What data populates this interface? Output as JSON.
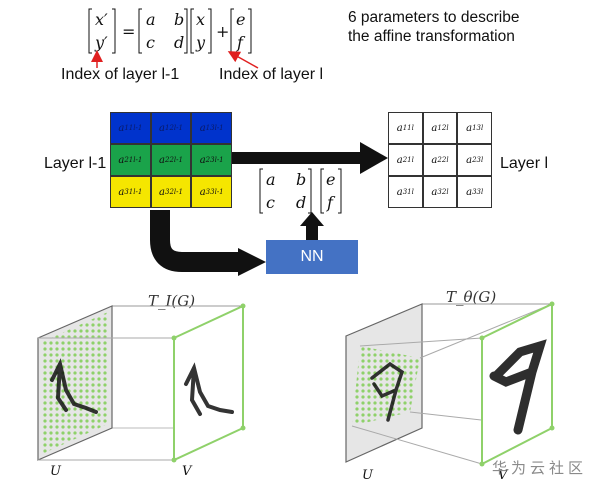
{
  "top": {
    "description_line1": "6 parameters to describe",
    "description_line2": "the affine transformation",
    "index_left": "Index of layer l-1",
    "index_right": "Index of layer l"
  },
  "diagram": {
    "layer_in_label": "Layer l-1",
    "layer_out_label": "Layer l",
    "nn_label": "NN",
    "input_grid": [
      [
        "a11(l-1)",
        "a12(l-1)",
        "a13(l-1)"
      ],
      [
        "a21(l-1)",
        "a22(l-1)",
        "a23(l-1)"
      ],
      [
        "a31(l-1)",
        "a32(l-1)",
        "a33(l-1)"
      ]
    ],
    "output_grid": [
      [
        "a11(l)",
        "a12(l)",
        "a13(l)"
      ],
      [
        "a21(l)",
        "a22(l)",
        "a23(l)"
      ],
      [
        "a31(l)",
        "a32(l)",
        "a33(l)"
      ]
    ],
    "row_colors": [
      "#0033cc",
      "#1aa34a",
      "#f5e600"
    ]
  },
  "bottom": {
    "left_title": "T_I(G)",
    "right_title": "T_θ(G)",
    "left_u": "U",
    "left_v": "V",
    "right_u": "U",
    "right_v": "V",
    "watermark": "华为云社区"
  }
}
